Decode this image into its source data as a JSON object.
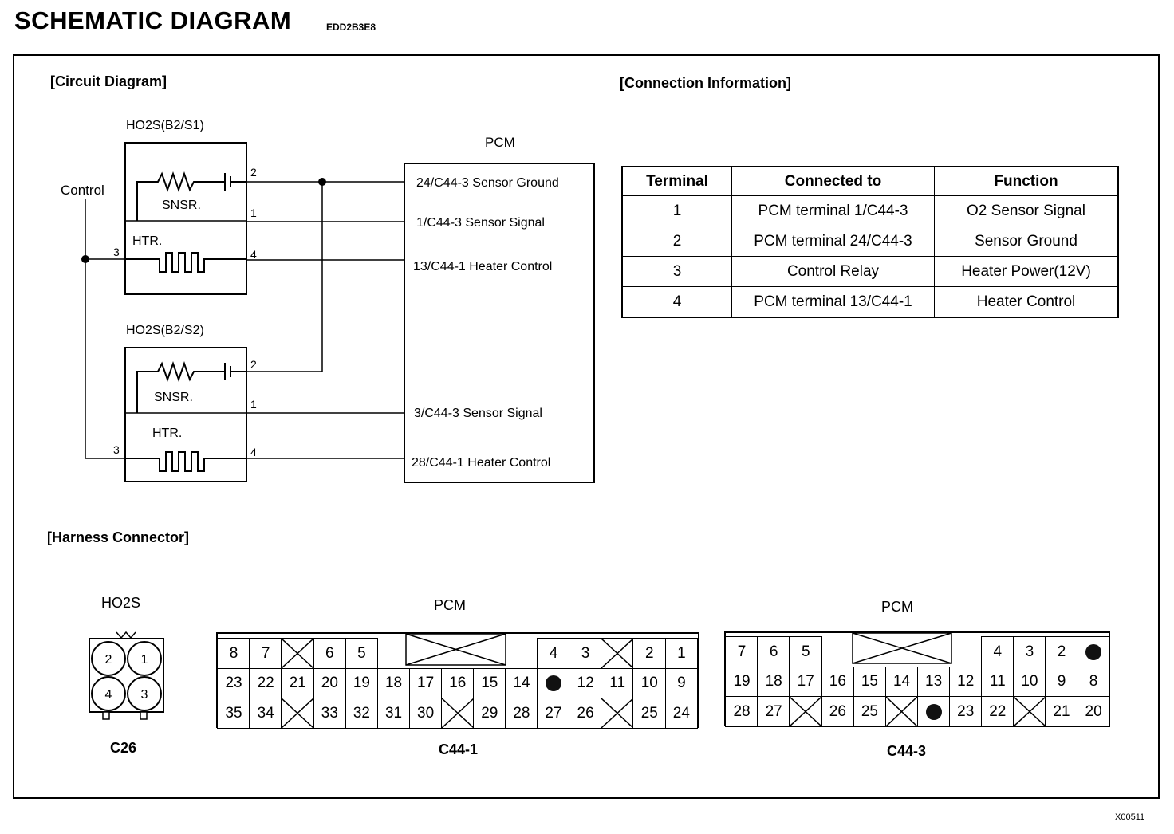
{
  "header": {
    "title": "SCHEMATIC DIAGRAM",
    "doc_code": "EDD2B3E8"
  },
  "footer_code": "X00511",
  "circuit": {
    "title": "[Circuit Diagram]",
    "control_label": "Control",
    "sensor1": {
      "name": "HO2S(B2/S1)",
      "snsr": "SNSR.",
      "htr": "HTR.",
      "pins": [
        "2",
        "1",
        "3",
        "4"
      ]
    },
    "sensor2": {
      "name": "HO2S(B2/S2)",
      "snsr": "SNSR.",
      "htr": "HTR.",
      "pins": [
        "2",
        "1",
        "3",
        "4"
      ]
    },
    "pcm": {
      "name": "PCM",
      "terminals": [
        "24/C44-3 Sensor Ground",
        "1/C44-3 Sensor Signal",
        "13/C44-1 Heater Control",
        "3/C44-3 Sensor Signal",
        "28/C44-1 Heater Control"
      ]
    }
  },
  "connection_info": {
    "title": "[Connection Information]",
    "headers": [
      "Terminal",
      "Connected to",
      "Function"
    ],
    "rows": [
      [
        "1",
        "PCM terminal 1/C44-3",
        "O2 Sensor Signal"
      ],
      [
        "2",
        "PCM terminal 24/C44-3",
        "Sensor Ground"
      ],
      [
        "3",
        "Control Relay",
        "Heater Power(12V)"
      ],
      [
        "4",
        "PCM terminal 13/C44-1",
        "Heater Control"
      ]
    ]
  },
  "harness": {
    "title": "[Harness Connector]",
    "ho2s": {
      "caption": "HO2S",
      "id": "C26",
      "pins": [
        "2",
        "1",
        "4",
        "3"
      ]
    },
    "c44_1": {
      "caption": "PCM",
      "id": "C44-1",
      "rows": [
        [
          "8",
          "7",
          "X",
          "6",
          "5",
          "",
          "",
          "",
          "",
          "",
          "4",
          "3",
          "X",
          "2",
          "1"
        ],
        [
          "23",
          "22",
          "21",
          "20",
          "19",
          "18",
          "17",
          "16",
          "15",
          "14",
          "●",
          "12",
          "11",
          "10",
          "9"
        ],
        [
          "35",
          "34",
          "X",
          "33",
          "32",
          "31",
          "30",
          "X",
          "29",
          "28",
          "27",
          "26",
          "X",
          "25",
          "24"
        ]
      ]
    },
    "c44_3": {
      "caption": "PCM",
      "id": "C44-3",
      "rows": [
        [
          "7",
          "6",
          "5",
          "",
          "",
          "",
          "",
          "",
          "4",
          "3",
          "2",
          "●"
        ],
        [
          "19",
          "18",
          "17",
          "16",
          "15",
          "14",
          "13",
          "12",
          "11",
          "10",
          "9",
          "8"
        ],
        [
          "28",
          "27",
          "X",
          "26",
          "25",
          "X",
          "●",
          "23",
          "22",
          "X",
          "21",
          "20"
        ]
      ]
    }
  }
}
